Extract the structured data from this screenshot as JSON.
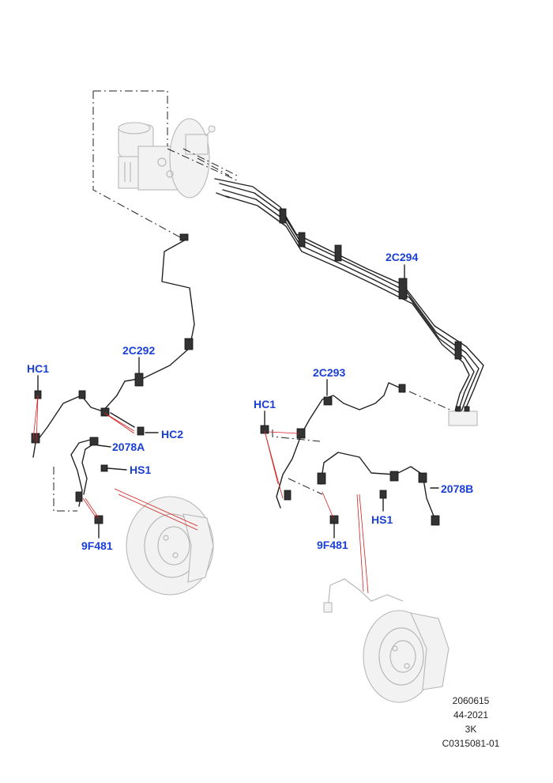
{
  "callouts": {
    "c2c294": "2C294",
    "c2c292": "2C292",
    "c2c293": "2C293",
    "hc1_left": "HC1",
    "hc1_right": "HC1",
    "hc2": "HC2",
    "c2078a": "2078A",
    "c2078b": "2078B",
    "hs1_left": "HS1",
    "hs1_right": "HS1",
    "c9f481_left": "9F481",
    "c9f481_right": "9F481"
  },
  "footer": {
    "line1": "2060615",
    "line2": "44-2021",
    "line3": "3K",
    "line4": "C0315081-01"
  },
  "colors": {
    "callout": "#1a3fd6",
    "leader": "#d42020"
  }
}
